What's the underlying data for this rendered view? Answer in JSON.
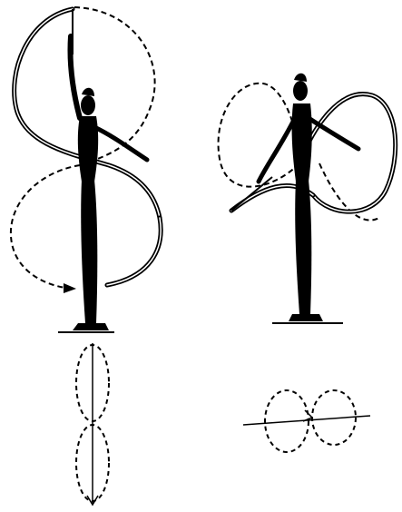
{
  "colors": {
    "background": "#ffffff",
    "ink": "#000000"
  },
  "figures": [
    {
      "id": "vertical",
      "pose": "gymnast-arm-raised",
      "ribbon_pattern": "vertical-figure-eight",
      "guide_pattern": "vertical-figure-eight-dashed"
    },
    {
      "id": "horizontal",
      "pose": "gymnast-arms-spread",
      "ribbon_pattern": "horizontal-figure-eight",
      "guide_pattern": "horizontal-figure-eight-dashed"
    }
  ],
  "schematics": [
    {
      "id": "vertical-eight-schematic",
      "orientation": "vertical"
    },
    {
      "id": "horizontal-eight-schematic",
      "orientation": "horizontal"
    }
  ]
}
